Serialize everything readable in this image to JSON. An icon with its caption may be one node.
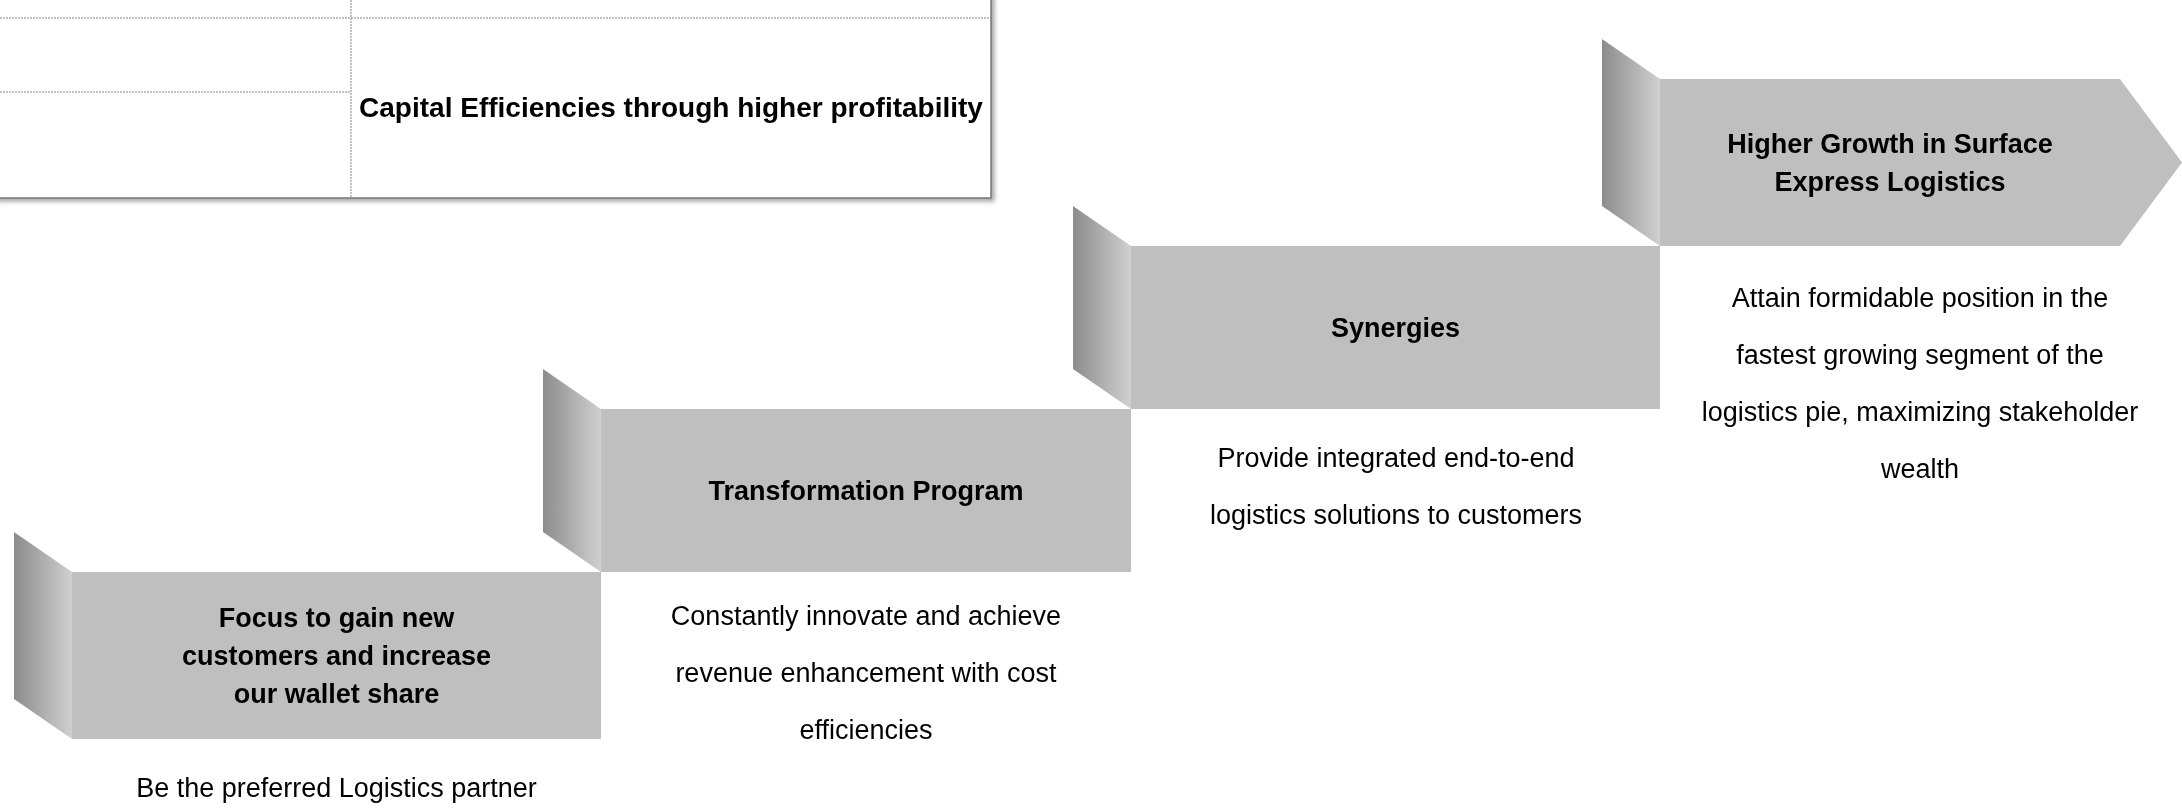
{
  "diagram": {
    "nodes": [
      {
        "text": [
          "Focus to gain new customers and increase our wallet share"
        ],
        "beside": [
          "Be the preferred Logistics partner"
        ]
      },
      {
        "text": [
          "Transformation Program"
        ],
        "beside": [
          "Constantly innovate and achieve revenue enhancement with cost efficiencies"
        ]
      },
      {
        "text": [
          "Synergies"
        ],
        "beside": [
          "Provide integrated end-to-end logistics solutions to customers"
        ]
      },
      {
        "text": [
          "Higher Growth in Surface Express Logistics"
        ],
        "beside": [
          "Attain formidable position in the fastest growing segment of the logistics pie, maximizing stakeholder wealth"
        ]
      }
    ],
    "labels": [
      "Capital Efficiencies through higher profitability"
    ]
  }
}
